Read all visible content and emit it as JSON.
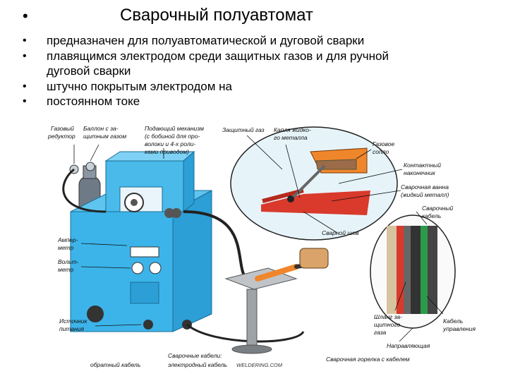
{
  "slide": {
    "title": "Сварочный полуавтомат",
    "title_bullet": "•",
    "bullets": [
      "предназначен для полуавтоматической и дуговой сварки",
      "плавящимся электродом среди защитных газов и для ручной\nдуговой сварки",
      "штучно покрытым электродом на",
      "постоянном токе"
    ]
  },
  "diagram": {
    "labels": {
      "gas_reducer": [
        "Газовый",
        "редуктор"
      ],
      "gas_cylinder": [
        "Баллон с за-",
        "щитным газом"
      ],
      "feed_mechanism": [
        "Подающий механизм",
        "(с бобиной для про-",
        "волоки и 4-х роли-",
        "ками приводом)"
      ],
      "shield_gas": "Защитный газ",
      "metal_drop": [
        "Капля жидко-",
        "го металла"
      ],
      "gas_nozzle": [
        "Газовое",
        "сопло"
      ],
      "contact_tip": [
        "Контактный",
        "наконечник"
      ],
      "weld_pool": [
        "Сварочная ванна",
        "(жидкий металл)"
      ],
      "weld_cable": [
        "Сварочный",
        "кабель"
      ],
      "weld_seam": "Сварной шов",
      "ammeter": [
        "Ампер-",
        "метр"
      ],
      "voltmeter": [
        "Вольт-",
        "метр"
      ],
      "power_source": [
        "Источник",
        "питания"
      ],
      "return_cable": "обратный кабель",
      "electrode_cable": "электродный кабель",
      "welding_cables": "Сварочные кабели:",
      "gas_hose": [
        "Шланг за-",
        "щитного",
        "газа"
      ],
      "torch": "Сварочная горелка с кабелем",
      "control_cable": [
        "Кабель",
        "управления"
      ],
      "guide": "Направляющая",
      "watermark": "WELDERING.COM"
    }
  }
}
